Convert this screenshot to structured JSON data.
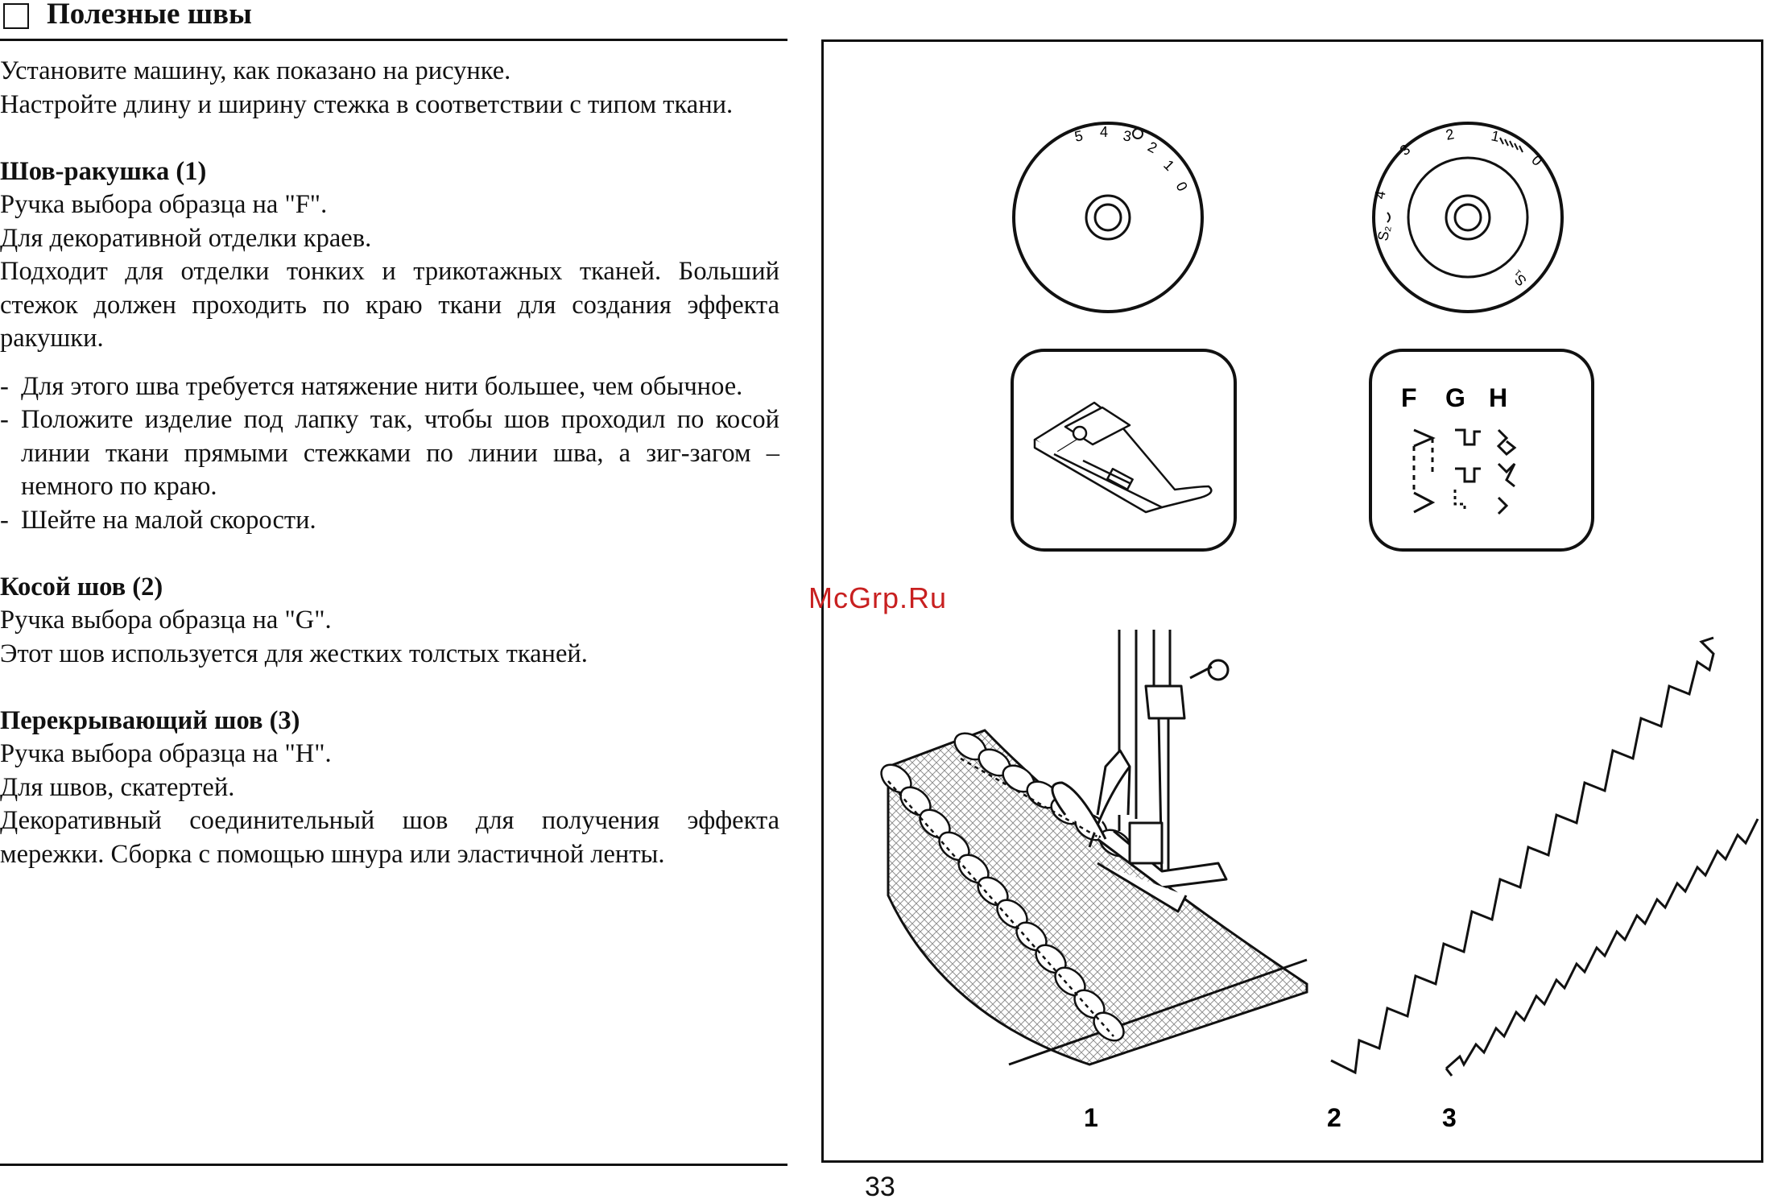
{
  "header": {
    "title": "Полезные швы"
  },
  "intro": {
    "line1": "Установите машину, как показано на рисунке.",
    "line2": "Настройте длину и ширину стежка в соответствии с типом ткани."
  },
  "section1": {
    "title": "Шов-ракушка (1)",
    "p1": "Ручка выбора образца на \"F\".",
    "p2": "Для декоративной отделки краев.",
    "p3": "Подходит для отделки тонких и трикотажных тканей. Больший стежок должен проходить по краю ткани для создания эффекта ракушки.",
    "bullets": [
      "Для этого шва требуется натяжение нити большее, чем обычное.",
      "Положите изделие под лапку так, чтобы шов проходил по косой линии ткани прямыми стежками по линии шва, а зиг-загом – немного по краю.",
      "Шейте на малой скорости."
    ]
  },
  "section2": {
    "title": "Косой шов (2)",
    "p1": "Ручка выбора образца на \"G\".",
    "p2": "Этот шов используется для жестких толстых тканей."
  },
  "section3": {
    "title": "Перекрывающий шов (3)",
    "p1": "Ручка выбора образца на \"H\".",
    "p2": "Для швов, скатертей.",
    "p3": "Декоративный соединительный шов для получения эффекта мережки. Сборка с помощью шнура или эластичной ленты."
  },
  "figure": {
    "dial_width_marks": [
      "5",
      "4",
      "3",
      "2",
      "1",
      "0"
    ],
    "dial_length_marks": [
      "3",
      "2",
      "1",
      "0",
      "S₂",
      "4",
      "S₁"
    ],
    "pattern_letters": [
      "F",
      "G",
      "H"
    ],
    "stitch_labels": [
      "1",
      "2",
      "3"
    ]
  },
  "page_number": "33",
  "watermark": "McGrp.Ru"
}
